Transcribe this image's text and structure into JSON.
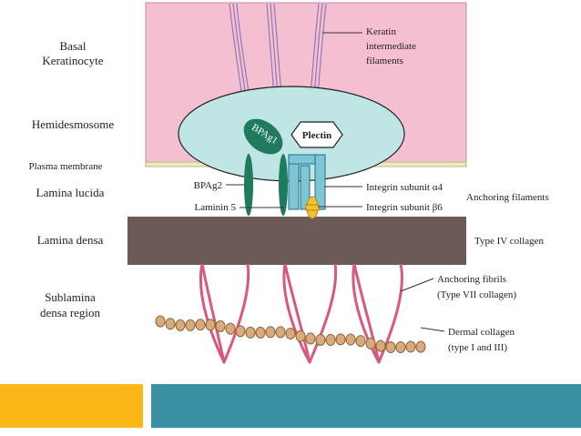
{
  "left_labels": {
    "basal_keratinocyte": [
      "Basal",
      "Keratinocyte"
    ],
    "hemidesmosome": "Hemidesmosome",
    "plasma_membrane": "Plasma membrane",
    "lamina_lucida": "Lamina lucida",
    "lamina_densa": "Lamina densa",
    "sublamina": [
      "Sublamina",
      "densa region"
    ]
  },
  "callouts": {
    "keratin": [
      "Keratin",
      "intermediate",
      "filaments"
    ],
    "bpag1": "BPAg1",
    "plectin": "Plectin",
    "bpag2": "BPAg2",
    "laminin5": "Laminin 5",
    "integrin_a4": "Integrin subunit α4",
    "integrin_b6": "Integrin subunit β6",
    "anchoring_filaments": "Anchoring filaments",
    "type_iv": "Type IV collagen",
    "anchoring_fibrils": [
      "Anchoring fibrils",
      "(Type VII collagen)"
    ],
    "dermal_collagen": [
      "Dermal collagen",
      "(type I and III)"
    ]
  },
  "colors": {
    "keratinocyte": "#f4bfd0",
    "hemidesmosome": "#bfe6e4",
    "lamina_densa": "#6b5a58",
    "bpag": "#1f7a5e",
    "integrin": "#7ec5d6",
    "integrin_b6": "#f2c230",
    "fibril": "#d95a78",
    "collagen": "#d9ab7a",
    "bar_left": "#fbb717",
    "bar_right": "#3a8fa2"
  }
}
